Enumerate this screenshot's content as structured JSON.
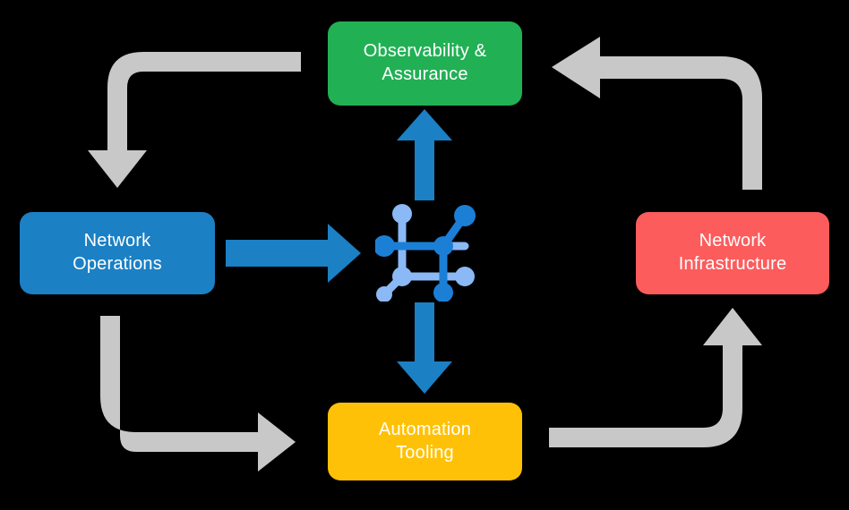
{
  "diagram": {
    "title": "Network automation cycle diagram",
    "background_color": "#000000",
    "nodes": [
      {
        "id": "observability",
        "label": "Observability &\nAssurance",
        "color": "#22b055",
        "text_color": "#ffffff",
        "position": "top"
      },
      {
        "id": "operations",
        "label": "Network\nOperations",
        "color": "#1b80c4",
        "text_color": "#ffffff",
        "position": "left"
      },
      {
        "id": "infrastructure",
        "label": "Network\nInfrastructure",
        "color": "#fc5c5c",
        "text_color": "#ffffff",
        "position": "right"
      },
      {
        "id": "automation",
        "label": "Automation\nTooling",
        "color": "#ffc107",
        "text_color": "#ffffff",
        "position": "bottom"
      }
    ],
    "center": {
      "id": "network-topology-icon",
      "icon": "network-topology-icon",
      "color_light": "#8ab9f5",
      "color_dark": "#1c7fd6"
    },
    "arrows": {
      "inward_color": "#1b80c4",
      "cycle_color": "#c8c8c8",
      "inward": [
        {
          "id": "operations-to-center",
          "direction": "right",
          "from": "operations",
          "to": "center"
        },
        {
          "id": "center-to-observability",
          "direction": "up",
          "from": "center",
          "to": "observability"
        },
        {
          "id": "center-to-automation",
          "direction": "down",
          "from": "center",
          "to": "automation"
        }
      ],
      "cycle": [
        {
          "id": "observability-to-operations",
          "from": "observability",
          "to": "operations",
          "direction": "down"
        },
        {
          "id": "operations-to-automation",
          "from": "operations",
          "to": "automation",
          "direction": "right"
        },
        {
          "id": "automation-to-infrastructure",
          "from": "automation",
          "to": "infrastructure",
          "direction": "up"
        },
        {
          "id": "infrastructure-to-observability",
          "from": "infrastructure",
          "to": "observability",
          "direction": "left"
        }
      ]
    }
  }
}
